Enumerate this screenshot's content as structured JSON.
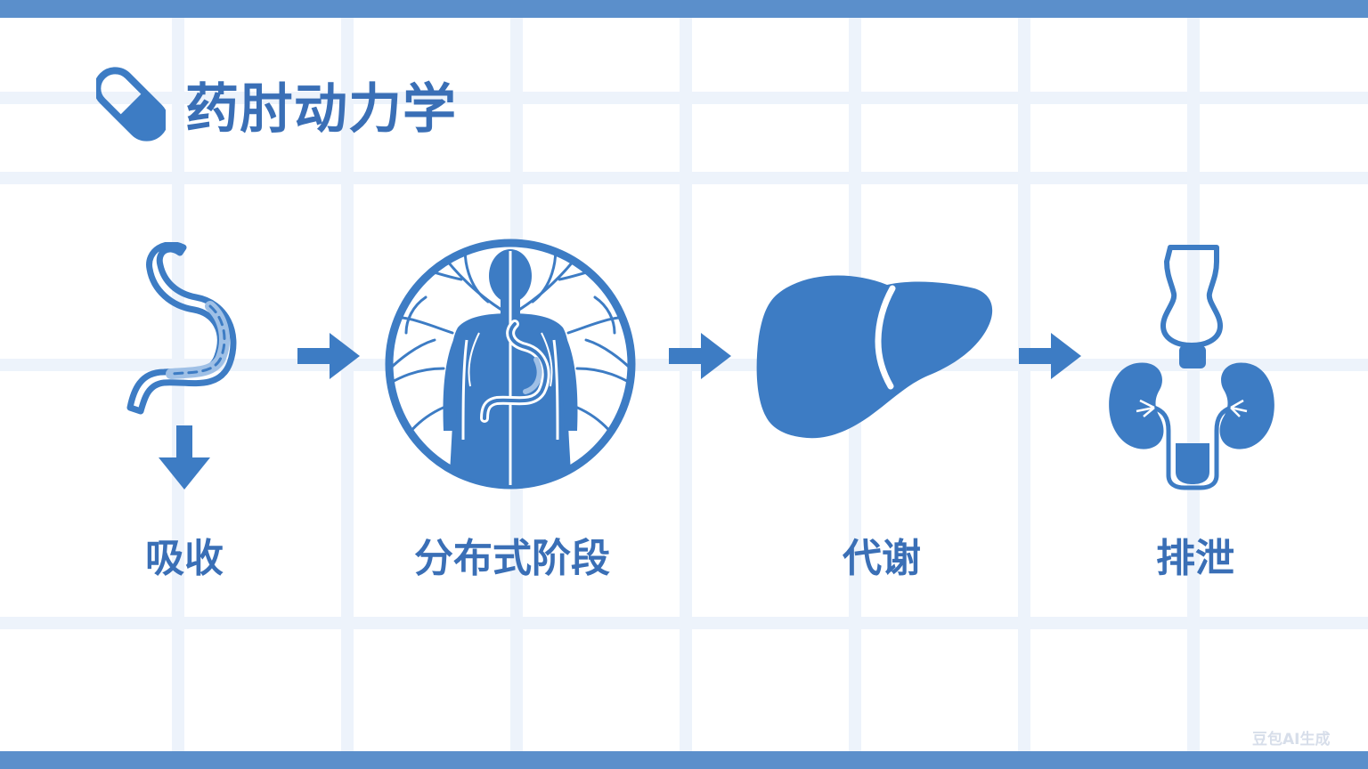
{
  "title": "药肘动力学",
  "steps": [
    {
      "label": "吸收",
      "icon": "stomach-icon"
    },
    {
      "label": "分布式阶段",
      "icon": "body-circulation-icon"
    },
    {
      "label": "代谢",
      "icon": "liver-icon"
    },
    {
      "label": "排泄",
      "icon": "kidney-icon"
    }
  ],
  "watermark": "豆包AI生成",
  "colors": {
    "primary": "#3d7cc4",
    "text": "#3a6fb6",
    "band": "#5b8fcb",
    "grid": "#edf3fb"
  }
}
